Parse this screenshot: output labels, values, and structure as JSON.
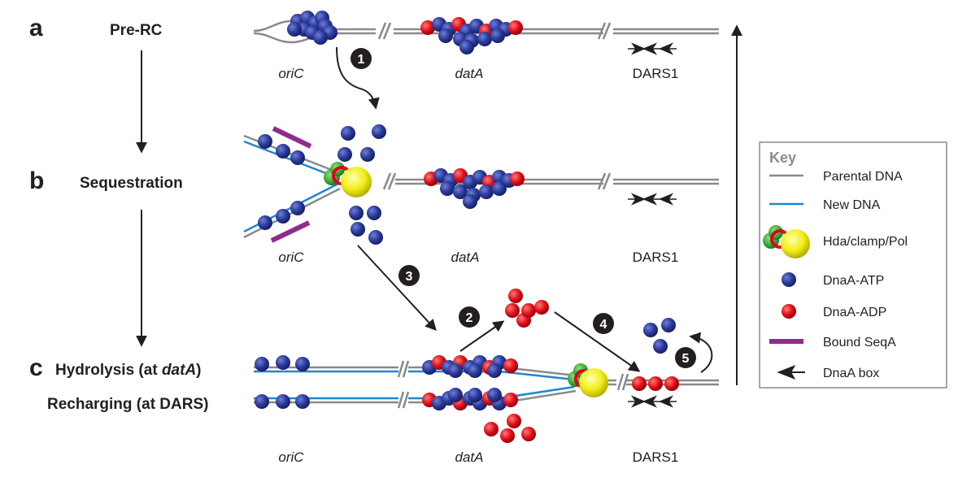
{
  "panels": {
    "a": {
      "letter": "a",
      "stage": "Pre-RC"
    },
    "b": {
      "letter": "b",
      "stage": "Sequestration"
    },
    "c": {
      "letter": "c",
      "stage_top_prefix": "Hydrolysis (at ",
      "stage_top_italic": "datA",
      "stage_top_suffix": ")",
      "stage_bottom": "Recharging (at DARS)"
    }
  },
  "loci": {
    "oric": "oriC",
    "data": "datA",
    "dars": "DARS1"
  },
  "steps": [
    "1",
    "2",
    "3",
    "4",
    "5"
  ],
  "key": {
    "title": "Key",
    "items": [
      {
        "label": "Parental DNA",
        "icon": "gray-line"
      },
      {
        "label": "New DNA",
        "icon": "blue-line"
      },
      {
        "label": "Hda/clamp/Pol",
        "icon": "hda-clamp-pol-complex"
      },
      {
        "label": "DnaA-ATP",
        "icon": "blue-circle"
      },
      {
        "label": "DnaA-ADP",
        "icon": "red-circle"
      },
      {
        "label": "Bound SeqA",
        "icon": "purple-bar"
      },
      {
        "label": "DnaA box",
        "icon": "arrowhead-left"
      }
    ]
  },
  "colors": {
    "parental_dna": "#8a8a8a",
    "new_dna": "#1e88d0",
    "dnaa_atp": "#27348b",
    "dnaa_adp": "#e2001a",
    "seqa": "#8e2c8e",
    "hda": "#e8e300",
    "clamp": "#3aaa35",
    "text": "#231f20"
  }
}
